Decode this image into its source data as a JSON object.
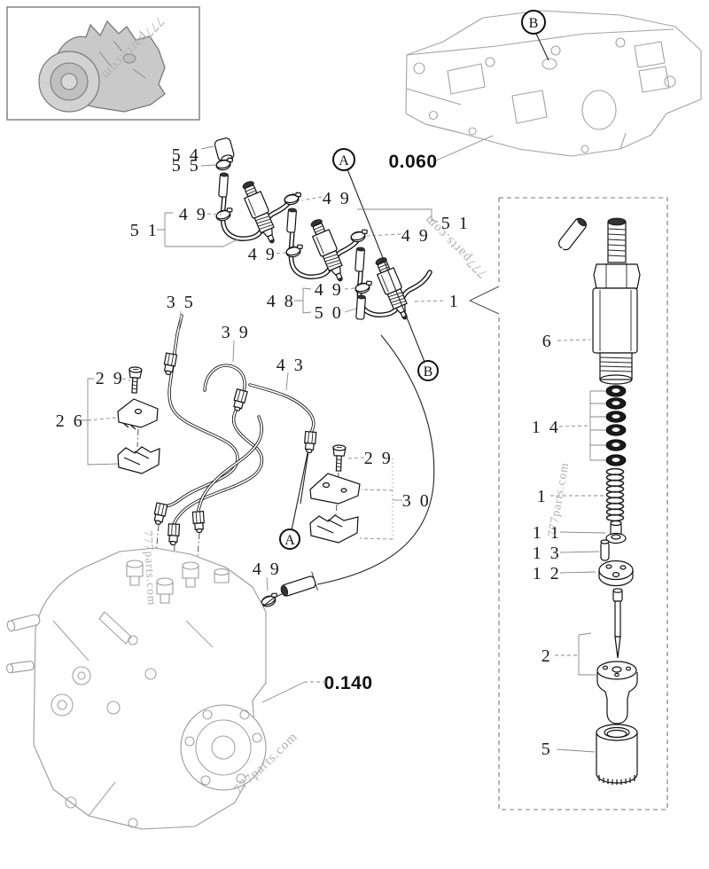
{
  "watermark": {
    "text": "777parts.com"
  },
  "sections": {
    "head_ref": "0.060",
    "pump_ref": "0.140"
  },
  "callouts": {
    "a": "A",
    "b": "B"
  },
  "parts": {
    "p1": "1",
    "p2": "2",
    "p5": "5",
    "p6": "6",
    "p11": "1 1",
    "p12": "1 2",
    "p13": "1 3",
    "p14": "1 4",
    "p26": "2 6",
    "p29": "2 9",
    "p30": "3 0",
    "p35": "3 5",
    "p39": "3 9",
    "p43": "4 3",
    "p48": "4 8",
    "p49": "4 9",
    "p50": "5 0",
    "p51": "5 1",
    "p54": "5 4",
    "p55": "5 5"
  },
  "colors": {
    "line": "#1a1a1a",
    "reference": "#9a9a9a",
    "watermark": "#b0b0b0",
    "background": "#ffffff"
  }
}
